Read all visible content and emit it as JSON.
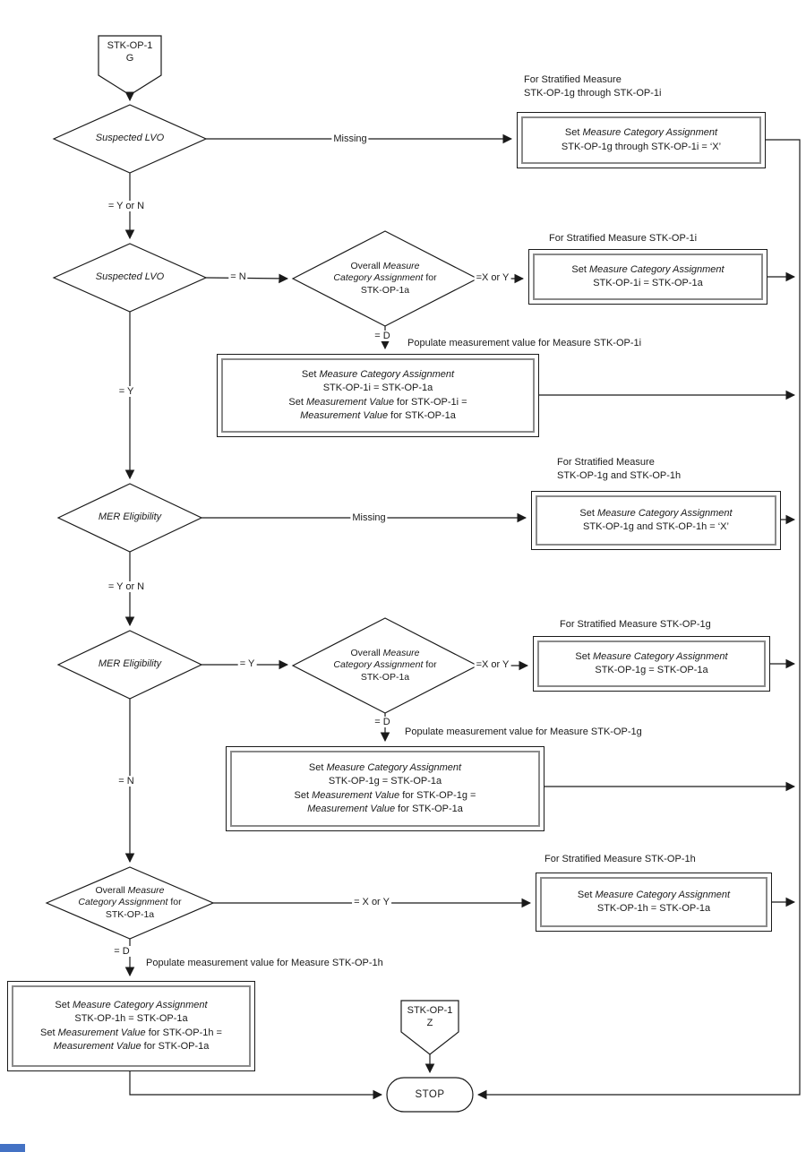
{
  "colors": {
    "line": "#1a1a1a",
    "inner_border": "#8a8a8a",
    "background": "#ffffff",
    "accent_bar": "#4472c4"
  },
  "connectors": {
    "start": {
      "line1": "STK-OP-1",
      "line2": "G"
    },
    "end": {
      "line1": "STK-OP-1",
      "line2": "Z"
    }
  },
  "terminator": {
    "label": "STOP"
  },
  "t": {
    "set": "Set ",
    "mca": "Measure Category Assignment",
    "mv": "Measurement Value"
  },
  "decisions": {
    "suspected_lvo_1": "Suspected LVO",
    "suspected_lvo_2": "Suspected LVO",
    "mer_eligibility_1": "MER Eligibility",
    "mer_eligibility_2": "MER Eligibility",
    "overall_line1_prefix": "Overall ",
    "overall_line1_italic": "Measure",
    "overall_line2_italic": "Category Assignment",
    "overall_line2_suffix": " for",
    "overall_line3": "STK-OP-1a"
  },
  "edge_labels": {
    "missing_1": "Missing",
    "y_or_n_1": "= Y or N",
    "eq_n_row2": "= N",
    "x_or_y_row2": "=X or Y",
    "eq_d_1": "= D",
    "eq_y_spine": "= Y",
    "missing_2": "Missing",
    "y_or_n_2": "= Y or N",
    "eq_y_row4": "= Y",
    "x_or_y_row4": "=X or Y",
    "eq_d_2": "= D",
    "eq_n_spine": "= N",
    "x_or_y_row5": "= X or Y",
    "eq_d_3": "= D"
  },
  "boxes": {
    "b1": {
      "header1": "For Stratified Measure",
      "header2": "STK-OP-1g through STK-OP-1i",
      "line2": "STK-OP-1g through STK-OP-1i = ‘X’"
    },
    "b2": {
      "header": "For Stratified Measure STK-OP-1i",
      "line2": "STK-OP-1i = STK-OP-1a"
    },
    "b3": {
      "header": "Populate measurement value for Measure STK-OP-1i",
      "line2": "STK-OP-1i = STK-OP-1a",
      "line3_suffix": " for STK-OP-1i =",
      "line4_suffix": " for STK-OP-1a"
    },
    "b4": {
      "header1": "For Stratified Measure",
      "header2": "STK-OP-1g and STK-OP-1h",
      "line2": "STK-OP-1g and STK-OP-1h = ‘X’"
    },
    "b5": {
      "header": "For Stratified Measure STK-OP-1g",
      "line2": "STK-OP-1g = STK-OP-1a"
    },
    "b6": {
      "header": "Populate measurement value for Measure STK-OP-1g",
      "line2": "STK-OP-1g = STK-OP-1a",
      "line3_suffix": " for STK-OP-1g =",
      "line4_suffix": " for STK-OP-1a"
    },
    "b7": {
      "header": "For Stratified Measure STK-OP-1h",
      "line2": "STK-OP-1h = STK-OP-1a"
    },
    "b8": {
      "header": "Populate measurement value for Measure STK-OP-1h",
      "line2": "STK-OP-1h = STK-OP-1a",
      "line3_suffix": " for STK-OP-1h =",
      "line4_suffix": " for STK-OP-1a"
    }
  }
}
